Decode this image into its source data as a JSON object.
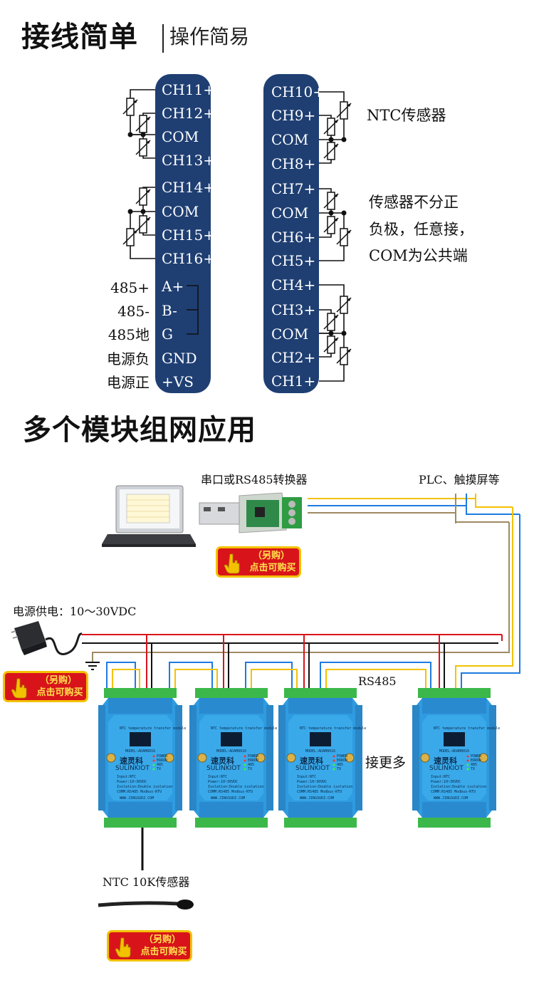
{
  "section1": {
    "title": "接线简单",
    "subtitle": "操作简易"
  },
  "left_bar_pins": [
    "CH11+",
    "CH12+",
    "COM",
    "CH13+",
    "CH14+",
    "COM",
    "CH15+",
    "CH16+",
    "A+",
    "B-",
    "G",
    "GND",
    "+VS"
  ],
  "left_labels": [
    "485+",
    "485-",
    "485地",
    "电源负",
    "电源正"
  ],
  "right_bar_pins": [
    "CH10+",
    "CH9+",
    "COM",
    "CH8+",
    "CH7+",
    "COM",
    "CH6+",
    "CH5+",
    "CH4+",
    "CH3+",
    "COM",
    "CH2+",
    "CH1+"
  ],
  "right_notes": {
    "ntc": "NTC传感器",
    "line1": "传感器不分正",
    "line2": "负极，任意接，",
    "line3": "COM为公共端"
  },
  "section2": {
    "title": "多个模块组网应用"
  },
  "converter_label": "串口或RS485转换器",
  "plc_label": "PLC、触摸屏等",
  "power_label": "电源供电：10～30VDC",
  "rs485_label": "RS485",
  "more_label": "接更多",
  "ntc_sensor_label": "NTC 10K传感器",
  "buy_button": {
    "line1": "（另购）",
    "line2": "点击可购买"
  },
  "module": {
    "header": "NTC temperature transfer module",
    "model": "MODEL:ADAM8016",
    "brand_cn": "速灵科",
    "brand_en": "SULINKIOT",
    "spec1": "Input:NTC",
    "spec2": "Power:10~30VDC",
    "spec3": "Isolation:Double isolation",
    "spec4": "COMM:RS485 Modbus-RTU",
    "url": "WWW.JINGSUDZ.COM",
    "leds": [
      "POWER",
      "ERROR",
      "485",
      "TX"
    ]
  },
  "colors": {
    "bar": "#1f3f73",
    "module": "#2f9be0",
    "terminal": "#3cb84a",
    "red_wire": "#d8141a",
    "yellow_wire": "#f2c200",
    "blue_wire": "#1e7be0",
    "tan_wire": "#a08a62",
    "black_wire": "#111111"
  }
}
